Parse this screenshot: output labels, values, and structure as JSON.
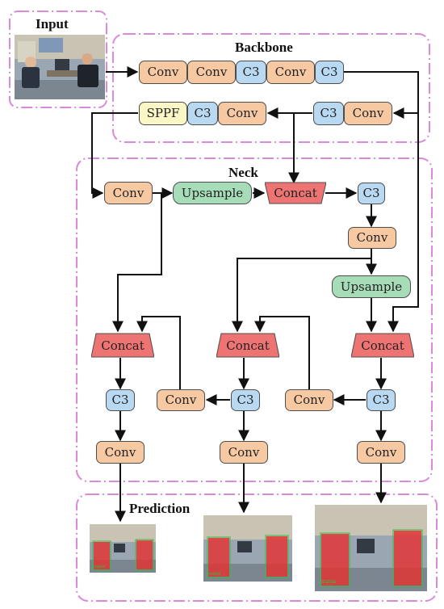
{
  "colors": {
    "conv": "#f7c9a3",
    "c3": "#b9d9f2",
    "sppf": "#fbf6c6",
    "upsample": "#a7dcb8",
    "concat": "#ee7373",
    "dash": "#d98ad9",
    "arrow": "#111111",
    "detection": "#dd2222"
  },
  "sections": {
    "input": "Input",
    "backbone": "Backbone",
    "neck": "Neck",
    "prediction": "Prediction"
  },
  "backbone": {
    "row1": [
      "Conv",
      "Conv",
      "C3",
      "Conv",
      "C3"
    ],
    "row2": [
      "SPPF",
      "C3",
      "Conv",
      "C3",
      "Conv"
    ]
  },
  "neck": {
    "top_conv": "Conv",
    "upsample_top": "Upsample",
    "concat_top": "Concat",
    "c3_top": "C3",
    "conv_right": "Conv",
    "upsample_right": "Upsample",
    "concat_left": "Concat",
    "concat_mid": "Concat",
    "concat_right": "Concat",
    "c3_left": "C3",
    "c3_mid": "C3",
    "c3_right": "C3",
    "conv_mid_left": "Conv",
    "conv_mid_right": "Conv",
    "out_conv_left": "Conv",
    "out_conv_mid": "Conv",
    "out_conv_right": "Conv"
  },
  "prediction_labels": [
    "stable",
    "stable",
    "stable"
  ],
  "icons": [
    "input-photo",
    "prediction-photo",
    "arrow"
  ]
}
